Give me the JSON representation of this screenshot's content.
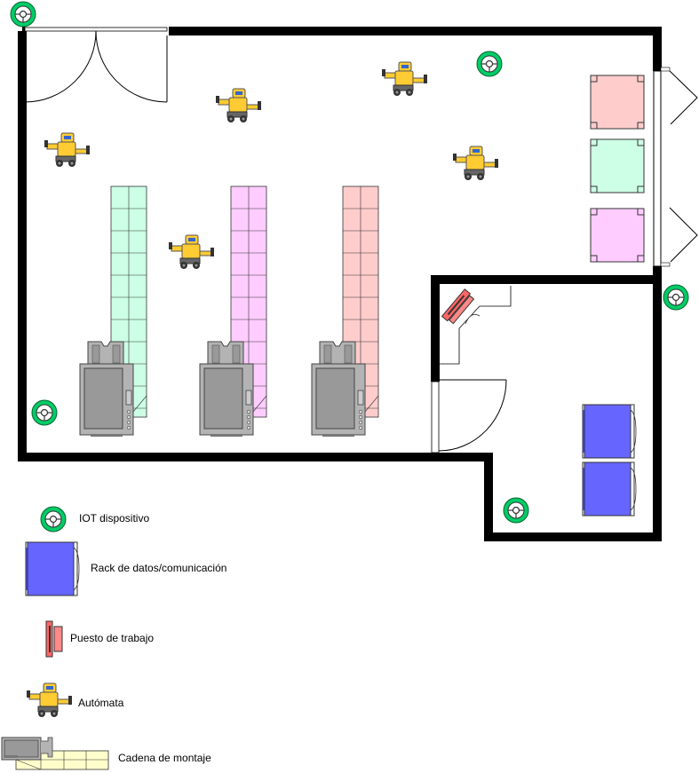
{
  "legend": {
    "iot": "IOT dispositivo",
    "rack": "Rack de datos/comunicación",
    "workstation": "Puesto de trabajo",
    "robot": "Autómata",
    "assembly": "Cadena de montaje"
  },
  "colors": {
    "wall": "#000000",
    "iot_ring": "#00cc66",
    "rack": "#6666ff",
    "line_green": "#ccffe6",
    "line_pink": "#ffccff",
    "line_red": "#ffcccc",
    "machine": "#b3b3b3",
    "robot": "#ffcc33",
    "workstation": "#ff6666",
    "assembly_yellow": "#ffffcc"
  },
  "icons": [
    "iot-device-icon",
    "rack-icon",
    "workstation-icon",
    "robot-icon",
    "assembly-line-icon"
  ]
}
